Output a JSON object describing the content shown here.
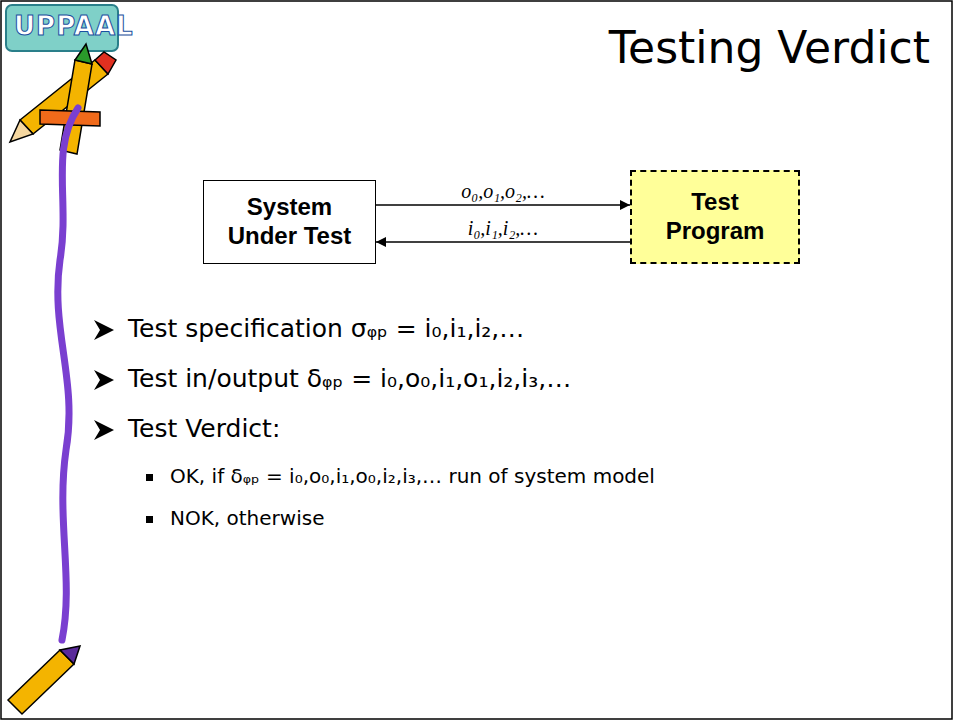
{
  "diagram": {
    "title": "Testing Verdict",
    "nodes": [
      {
        "text": [
          "System Under Test"
        ]
      },
      {
        "text": [
          "Test Program"
        ]
      }
    ],
    "edges": [
      {
        "from": 0,
        "to": 1,
        "arrow": "to",
        "label": "o₀,o₁,o₂,…"
      },
      {
        "from": 1,
        "to": 0,
        "arrow": "to",
        "label": "i₀,i₁,i₂,…"
      }
    ],
    "labels": [
      "UPPAAL",
      "Test specification σᵩₚ = i₀,i₁,i₂,…",
      "Test in/output δᵩₚ = i₀,o₀,i₁,o₁,i₂,i₃,…",
      "Test Verdict:",
      "OK, if δᵩₚ = i₀,o₀,i₁,o₀,i₂,i₃,… run of system model",
      "NOK, otherwise"
    ]
  }
}
